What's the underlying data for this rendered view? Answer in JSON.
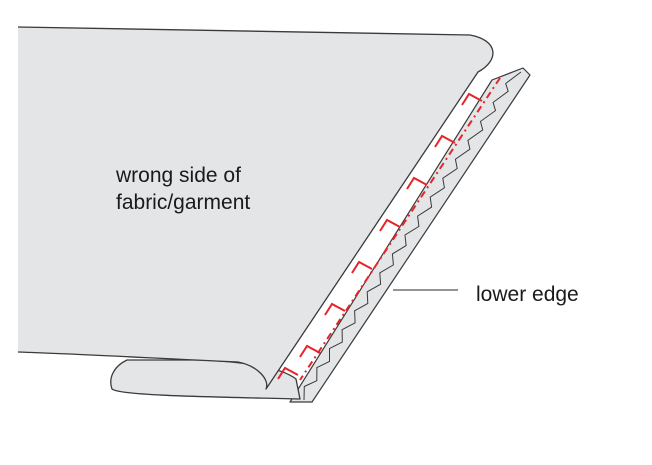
{
  "labels": {
    "wrong_side_line1": "wrong side of",
    "wrong_side_line2": "fabric/garment",
    "lower_edge": "lower edge"
  },
  "colors": {
    "fabric_fill": "#e4e5e7",
    "outline": "#3a3a3a",
    "stitch_red": "#e8242b",
    "leader_line": "#555555",
    "text": "#1a1a1a"
  },
  "stitch": {
    "type": "catch-stitch / blind hem stitch",
    "pattern": "dash-dot with zigzag catches"
  }
}
